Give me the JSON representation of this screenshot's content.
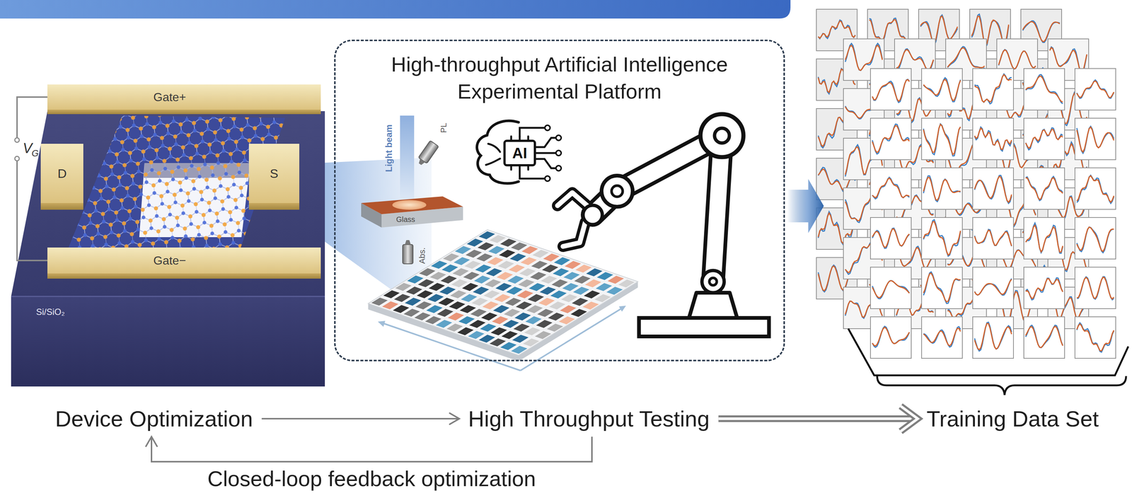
{
  "diagram": {
    "nodes": [
      {
        "text": [
          "High-throughput Artificial Intelligence Experimental Platform"
        ]
      },
      {
        "text": [
          "Device Optimization"
        ]
      },
      {
        "text": [
          "High Throughput Testing"
        ]
      },
      {
        "text": [
          "Training Data Set"
        ]
      }
    ],
    "edges": [
      {
        "from": 1,
        "to": 2,
        "arrow": "to"
      },
      {
        "from": 2,
        "to": 3,
        "arrow": "to"
      },
      {
        "from": 2,
        "to": 1,
        "arrow": "to",
        "label": "Closed-loop feedback optimization"
      }
    ],
    "labels": [
      "Gate+",
      "V",
      "G",
      "D",
      "S",
      "Gate−",
      "Si/SiO₂",
      "Light beam",
      "PL",
      "Glass",
      "AI",
      "Abs."
    ]
  }
}
